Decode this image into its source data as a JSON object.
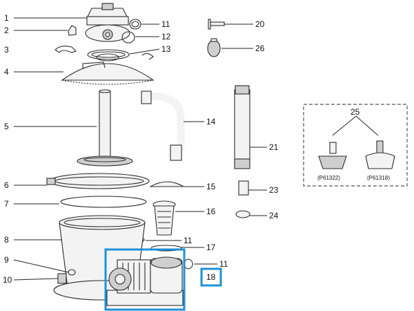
{
  "parts": [
    {
      "id": "1",
      "label": "1"
    },
    {
      "id": "2",
      "label": "2"
    },
    {
      "id": "3",
      "label": "3"
    },
    {
      "id": "4",
      "label": "4"
    },
    {
      "id": "5",
      "label": "5"
    },
    {
      "id": "6",
      "label": "6"
    },
    {
      "id": "7",
      "label": "7"
    },
    {
      "id": "8",
      "label": "8"
    },
    {
      "id": "9",
      "label": "9"
    },
    {
      "id": "10",
      "label": "10"
    },
    {
      "id": "11a",
      "label": "11"
    },
    {
      "id": "12",
      "label": "12"
    },
    {
      "id": "13",
      "label": "13"
    },
    {
      "id": "14",
      "label": "14"
    },
    {
      "id": "15",
      "label": "15"
    },
    {
      "id": "16",
      "label": "16"
    },
    {
      "id": "11b",
      "label": "11"
    },
    {
      "id": "17",
      "label": "17"
    },
    {
      "id": "11c",
      "label": "11"
    },
    {
      "id": "18",
      "label": "18"
    },
    {
      "id": "20",
      "label": "20"
    },
    {
      "id": "26",
      "label": "26"
    },
    {
      "id": "21",
      "label": "21"
    },
    {
      "id": "23",
      "label": "23"
    },
    {
      "id": "24",
      "label": "24"
    }
  ],
  "inset": {
    "number": "25",
    "variant_left": "(P61322)",
    "variant_right": "(P61318)"
  },
  "highlight_color": "#1e90d6",
  "highlighted_part": "18"
}
